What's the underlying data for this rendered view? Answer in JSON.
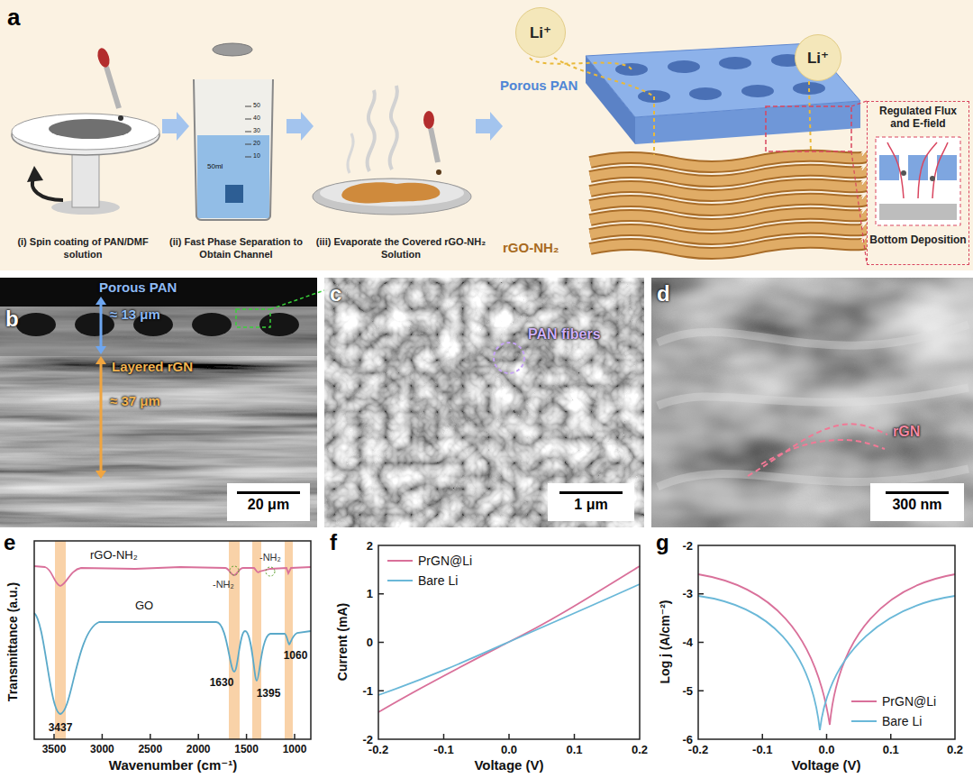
{
  "diagram": {
    "nodes": [
      {
        "text": [
          "a"
        ]
      },
      {
        "text": [
          "Li⁺"
        ],
        "in": 0
      },
      {
        "text": [
          "Li⁺"
        ],
        "in": 0
      },
      {
        "text": [
          "Regulated Flux and E-field",
          "Bottom Deposition"
        ],
        "in": 0
      },
      {
        "text": [
          "b",
          "Porous PAN",
          "≈ 13 μm",
          "Layered rGN",
          "≈ 37 μm"
        ]
      },
      {
        "text": [
          "20 μm"
        ],
        "in": 4
      },
      {
        "text": [
          "c",
          "PAN fibers"
        ]
      },
      {
        "text": [
          "1 μm"
        ],
        "in": 6
      },
      {
        "text": [
          "d",
          "rGN"
        ]
      },
      {
        "text": [
          "300 nm"
        ],
        "in": 8
      }
    ],
    "labels": [
      "(i) Spin coating of PAN/DMF solution",
      "(ii) Fast Phase Separation to Obtain Channel",
      "(iii) Evaporate the Covered rGO-NH₂ Solution",
      "Porous PAN",
      "rGO-NH₂",
      "50",
      "40",
      "30",
      "20",
      "10",
      "50ml",
      "e",
      "Transmittance (a.u.)",
      "Wavenumber (cm⁻¹)",
      "rGO-NH₂",
      "GO",
      "-NH₂",
      "-NH₂",
      "3437",
      "1630",
      "1395",
      "1060",
      "3500",
      "3000",
      "2500",
      "2000",
      "1500",
      "1000",
      "f",
      "Current (mA)",
      "Voltage (V)",
      "2",
      "1",
      "0",
      "-1",
      "-2",
      "-0.2",
      "-0.1",
      "0.0",
      "0.1",
      "0.2",
      "g",
      "Log j (A/cm⁻²)",
      "Voltage (V)",
      "-2",
      "-3",
      "-4",
      "-5",
      "-6",
      "-0.2",
      "-0.1",
      "0.0",
      "0.1",
      "0.2"
    ],
    "legend": [
      {
        "text": "PrGN@Li"
      },
      {
        "text": "Bare Li"
      },
      {
        "text": "PrGN@Li"
      },
      {
        "text": "Bare Li"
      }
    ]
  }
}
